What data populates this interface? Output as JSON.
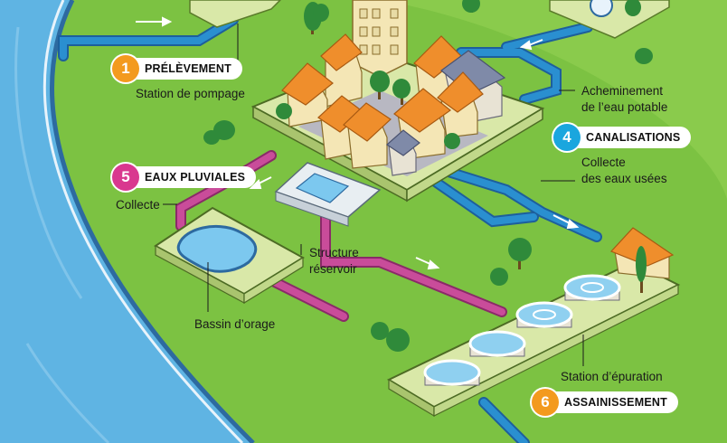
{
  "badges": {
    "b1": {
      "number": "1",
      "label": "PRÉLÈVEMENT",
      "color": "#f39a1e"
    },
    "b4": {
      "number": "4",
      "label": "CANALISATIONS",
      "color": "#1aa6de"
    },
    "b5": {
      "number": "5",
      "label": "EAUX PLUVIALES",
      "color": "#d9388f"
    },
    "b6": {
      "number": "6",
      "label": "ASSAINISSEMENT",
      "color": "#f39a1e"
    }
  },
  "labels": {
    "pumping": "Station de pompage",
    "potable": "Acheminement\nde l’eau potable",
    "wastewater": "Collecte\ndes eaux usées",
    "collecte": "Collecte",
    "reservoir": "Structure\nréservoir",
    "basin": "Bassin d’orage",
    "station": "Station d’épuration"
  },
  "colors": {
    "grass": "#7cc242",
    "river": "#5fb4e3",
    "river_bank": "#2d6aa0",
    "pipe_blue": "#2a8fd0",
    "pipe_pink": "#c94c9a",
    "platform": "#d9e8a8"
  }
}
